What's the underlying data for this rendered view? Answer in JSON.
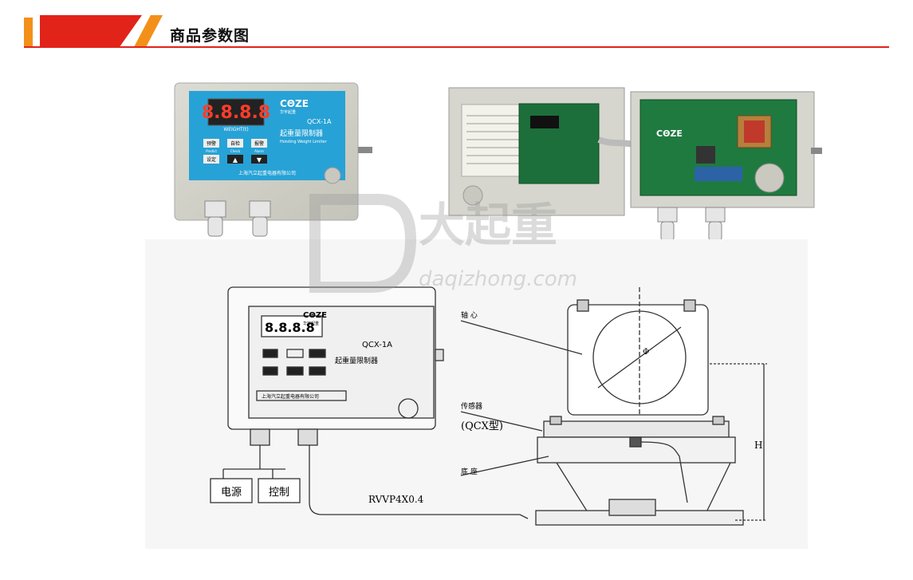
{
  "header": {
    "title": "商品参数图",
    "colors": {
      "accent_red": "#e2231a",
      "accent_orange": "#f39019"
    }
  },
  "controller_photo": {
    "brand": "CΘZE",
    "brand_sub": "华宇起重",
    "display": "8.8.8.8",
    "display_label": "WEIGHT(t)",
    "model": "QCX-1A",
    "name_cn": "起重量限制器",
    "name_en": "Hoisting Weight Limiter",
    "buttons": [
      "预警",
      "自检",
      "报警",
      "设定"
    ],
    "button_sublabels": [
      "Predict",
      "Check",
      "Alarm"
    ],
    "company": "上海汽立起重电器有限公司"
  },
  "open_box_photo": {
    "brand": "CΘZE"
  },
  "watermark": {
    "text": "大起重",
    "url": "daqizhong.com"
  },
  "diagram": {
    "brand": "CΘZE",
    "brand_sub": "华宇起重",
    "display": "8.8.8.8",
    "model": "QCX-1A",
    "name_cn": "起重量限制器",
    "company": "上海汽立起重电器有限公司",
    "box_label_power": "电源",
    "box_label_control": "控制",
    "cable_label": "RVVP4X0.4",
    "label_axle": "轴 心",
    "label_sensor": "传感器",
    "label_sensor_type": "(QCX型)",
    "label_base": "底 座",
    "dim_diameter": "Φ",
    "dim_height": "H"
  }
}
